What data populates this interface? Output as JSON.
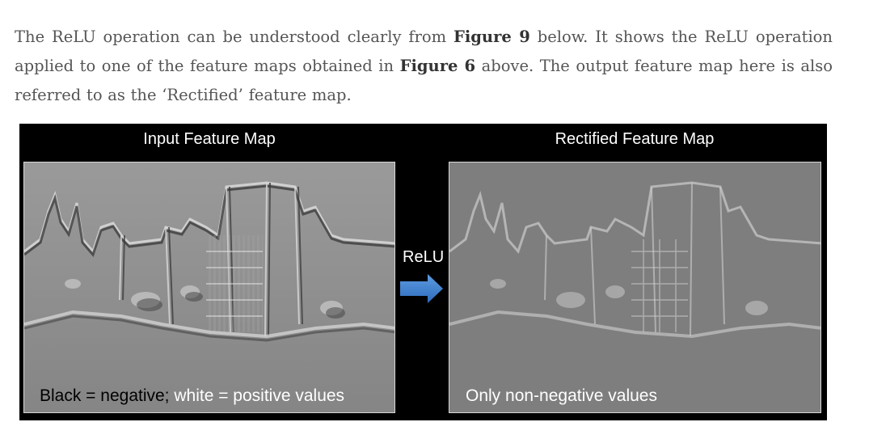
{
  "paragraph": {
    "part1": "The ReLU operation can be understood clearly from ",
    "figure_ref_1": "Figure 9",
    "part2": " below. It shows the ReLU operation applied to one of the feature maps obtained in ",
    "figure_ref_2": "Figure 6",
    "part3": " above. The output feature map here is also referred to as the ‘Rectified’ feature map."
  },
  "figure": {
    "left_title": "Input Feature Map",
    "right_title": "Rectified Feature Map",
    "operation_label": "ReLU",
    "left_caption": {
      "black_part": "Black = negative;",
      "white_part": " white = positive values"
    },
    "right_caption": "Only non-negative values",
    "arrow_icon": "right-arrow-icon",
    "colors": {
      "arrow_fill": "#3a7fd0",
      "background": "#000000",
      "input_map_gray": "#8e8e8e",
      "rectified_map_gray": "#7d7d7d"
    }
  }
}
